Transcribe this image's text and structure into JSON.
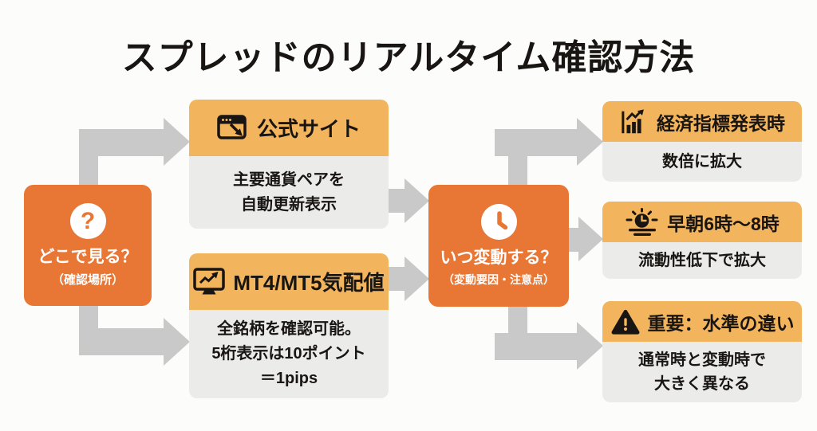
{
  "title": "スプレッドのリアルタイム確認方法",
  "colors": {
    "orange": "#E87634",
    "header-bg": "#F2B45C",
    "body-bg": "#EBEBE9",
    "arrow-gray": "#C9C9C9",
    "ink": "#181512",
    "page-bg": "#FCFCFA"
  },
  "left_node": {
    "icon": "question-icon",
    "question_mark": "?",
    "line1": "どこで見る？",
    "line2": "（確認場所）"
  },
  "center_node": {
    "icon": "clock-icon",
    "line1": "いつ変動する？",
    "line2": "（変動要因・注意点）"
  },
  "middle_nodes": [
    {
      "icon": "browser-click-icon",
      "header": "公式サイト",
      "body": "主要通貨ペアを\n自動更新表示"
    },
    {
      "icon": "monitor-chart-icon",
      "header": "MT4/MT5気配値",
      "body": "全銘柄を確認可能。\n5桁表示は10ポイント\n＝1pips"
    }
  ],
  "right_nodes": [
    {
      "icon": "chart-up-arrow-icon",
      "header": "経済指標発表時",
      "body": "数倍に拡大"
    },
    {
      "icon": "sunrise-clock-icon",
      "header": "早朝6時～8時",
      "body": "流動性低下で拡大"
    },
    {
      "icon": "warning-icon",
      "header": "重要：水準の違い",
      "body": "通常時と変動時で\n大きく異なる"
    }
  ]
}
